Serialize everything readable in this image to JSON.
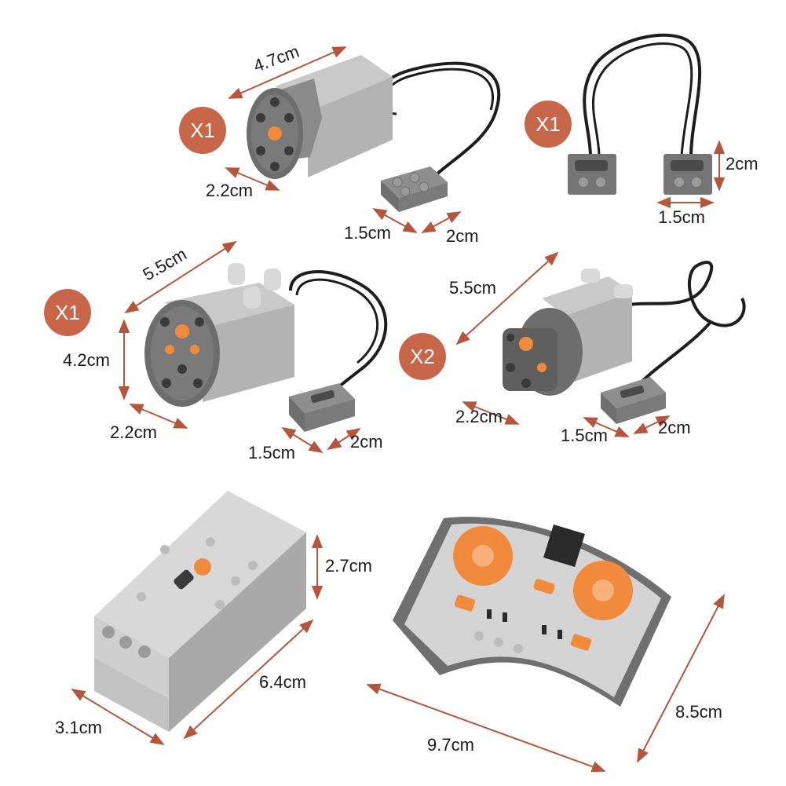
{
  "colors": {
    "badge": "#c8664a",
    "arrow": "#b5553b",
    "accent_orange": "#f28a3c",
    "light_grey": "#d4d4d4",
    "dark_grey": "#6d6d6d",
    "cable": "#1d1d1d"
  },
  "parts": {
    "m_motor": {
      "icon": "m-motor",
      "badge": "X1",
      "length": "4.7cm",
      "width": "2.2cm",
      "plug_w": "1.5cm",
      "plug_h": "2cm"
    },
    "extension_cable": {
      "icon": "extension-cable",
      "badge": "X1",
      "height": "2cm",
      "width": "1.5cm"
    },
    "xl_motor": {
      "icon": "xl-motor",
      "badge": "X1",
      "length": "5.5cm",
      "height": "4.2cm",
      "width": "2.2cm",
      "plug_w": "1.5cm",
      "plug_h": "2cm"
    },
    "l_motor": {
      "icon": "l-motor",
      "badge": "X2",
      "length": "5.5cm",
      "width": "2.2cm",
      "plug_w": "1.5cm",
      "plug_h": "2cm"
    },
    "battery_box": {
      "icon": "battery-box",
      "height": "2.7cm",
      "length": "6.4cm",
      "width": "3.1cm"
    },
    "remote_control": {
      "icon": "remote-control",
      "width": "9.7cm",
      "depth": "8.5cm"
    }
  }
}
